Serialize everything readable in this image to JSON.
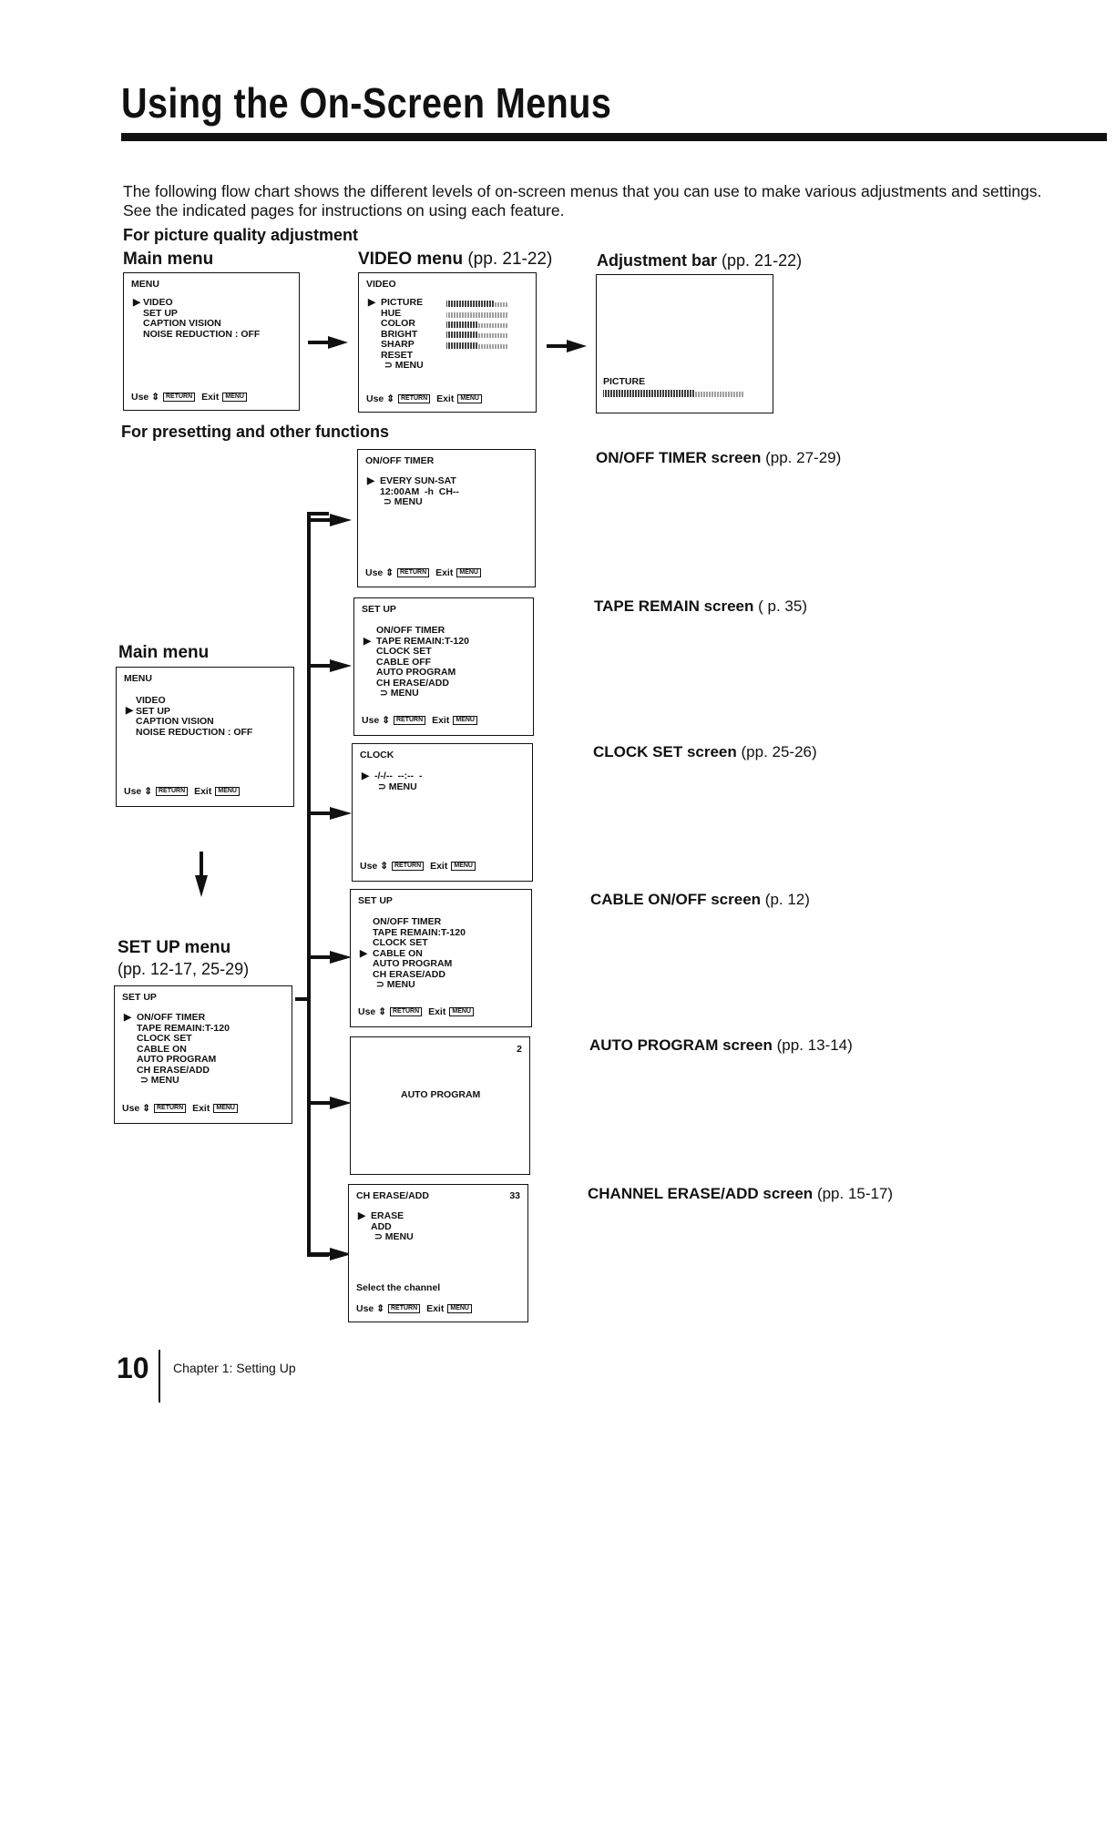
{
  "page": {
    "title": "Using the On-Screen Menus",
    "intro": "The following flow chart shows the different levels of on-screen menus that you can use to make various adjustments and settings. See the indicated pages for instructions on using each feature.",
    "section_picture": "For picture quality adjustment",
    "section_preset": "For presetting and other functions",
    "footer": {
      "page_number": "10",
      "chapter": "Chapter 1: Setting Up"
    }
  },
  "common": {
    "use_label": "Use",
    "updown_glyph": "⇕",
    "return_key": "RETURN",
    "exit_label": "Exit",
    "menu_key": "MENU",
    "cursor": "▶",
    "back_glyph": "⊃"
  },
  "headings": {
    "main_menu_1": "Main menu",
    "video_menu": "VIDEO menu",
    "video_menu_pp": "(pp. 21-22)",
    "adjustment_bar": "Adjustment bar",
    "adjustment_bar_pp": "(pp. 21-22)",
    "main_menu_2": "Main menu",
    "setup_menu": "SET UP menu",
    "setup_menu_pp": "(pp. 12-17, 25-29)"
  },
  "screens": {
    "main1": {
      "header": "MENU",
      "items": [
        "VIDEO",
        "SET UP",
        "CAPTION VISION",
        "NOISE REDUCTION : OFF"
      ]
    },
    "video": {
      "header": "VIDEO",
      "items": [
        "PICTURE",
        "HUE",
        "COLOR",
        "BRIGHT",
        "SHARP",
        "RESET",
        "MENU"
      ]
    },
    "adjust": {
      "label": "PICTURE"
    },
    "timer": {
      "header": "ON/OFF TIMER",
      "line1": "EVERY SUN-SAT",
      "line2": "12:00AM  -h  CH--",
      "line3": "MENU"
    },
    "setup_a": {
      "header": "SET UP",
      "items": [
        "ON/OFF TIMER",
        "TAPE REMAIN:T-120",
        "CLOCK SET",
        "CABLE OFF",
        "AUTO PROGRAM",
        "CH ERASE/ADD",
        "MENU"
      ]
    },
    "main2": {
      "header": "MENU",
      "items": [
        "VIDEO",
        "SET UP",
        "CAPTION VISION",
        "NOISE REDUCTION : OFF"
      ]
    },
    "clock": {
      "header": "CLOCK",
      "line1": "-/-/--  --:--  -",
      "line2": "MENU"
    },
    "setup_b": {
      "header": "SET UP",
      "items": [
        "ON/OFF TIMER",
        "TAPE REMAIN:T-120",
        "CLOCK SET",
        "CABLE ON",
        "AUTO PROGRAM",
        "CH ERASE/ADD",
        "MENU"
      ]
    },
    "setup_main": {
      "header": "SET UP",
      "items": [
        "ON/OFF TIMER",
        "TAPE REMAIN:T-120",
        "CLOCK SET",
        "CABLE ON",
        "AUTO PROGRAM",
        "CH ERASE/ADD",
        "MENU"
      ]
    },
    "autoprog": {
      "number": "2",
      "text": "AUTO PROGRAM"
    },
    "cherase": {
      "header": "CH ERASE/ADD",
      "number": "33",
      "items": [
        "ERASE",
        "ADD",
        "MENU"
      ],
      "select": "Select the channel"
    }
  },
  "screen_labels": {
    "timer": {
      "name": "ON/OFF TIMER screen",
      "pp": "(pp. 27-29)"
    },
    "tape": {
      "name": "TAPE REMAIN screen",
      "pp": "( p. 35)"
    },
    "clock": {
      "name": "CLOCK SET screen",
      "pp": "(pp. 25-26)"
    },
    "cable": {
      "name": "CABLE ON/OFF screen",
      "pp": "(p. 12)"
    },
    "auto": {
      "name": "AUTO PROGRAM screen",
      "pp": "(pp. 13-14)"
    },
    "channel": {
      "name": "CHANNEL ERASE/ADD screen",
      "pp": "(pp. 15-17)"
    }
  }
}
